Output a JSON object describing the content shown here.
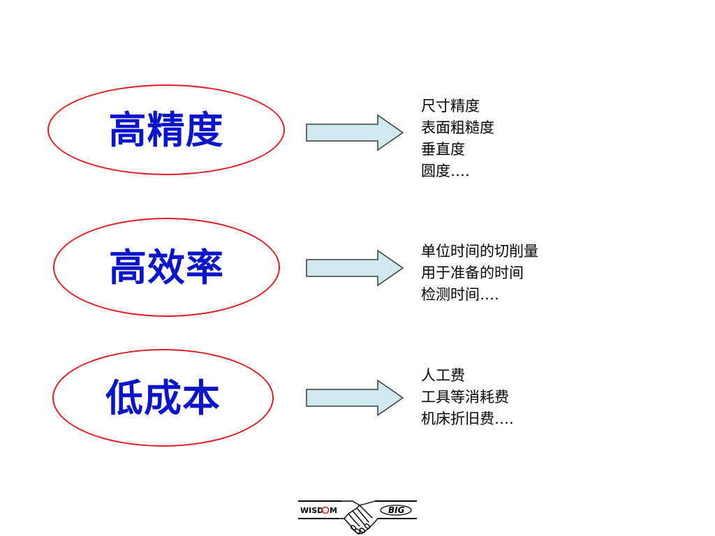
{
  "rows": [
    {
      "title": "高精度",
      "items": [
        "尺寸精度",
        "表面粗糙度",
        "垂直度",
        "圆度…."
      ]
    },
    {
      "title": "高效率",
      "items": [
        "单位时间的切削量",
        "用于准备的时间",
        "检测时间…."
      ]
    },
    {
      "title": "低成本",
      "items": [
        "人工费",
        "工具等消耗费",
        "机床折旧费…."
      ]
    }
  ],
  "footer": {
    "logo_left": "WISD",
    "logo_left_end": "M",
    "logo_right": "BIG"
  },
  "colors": {
    "ellipse_border": "#e21a22",
    "title_text": "#0a14c8",
    "arrow_fill": "#cfe9ec",
    "arrow_stroke": "#3a3a3a"
  }
}
